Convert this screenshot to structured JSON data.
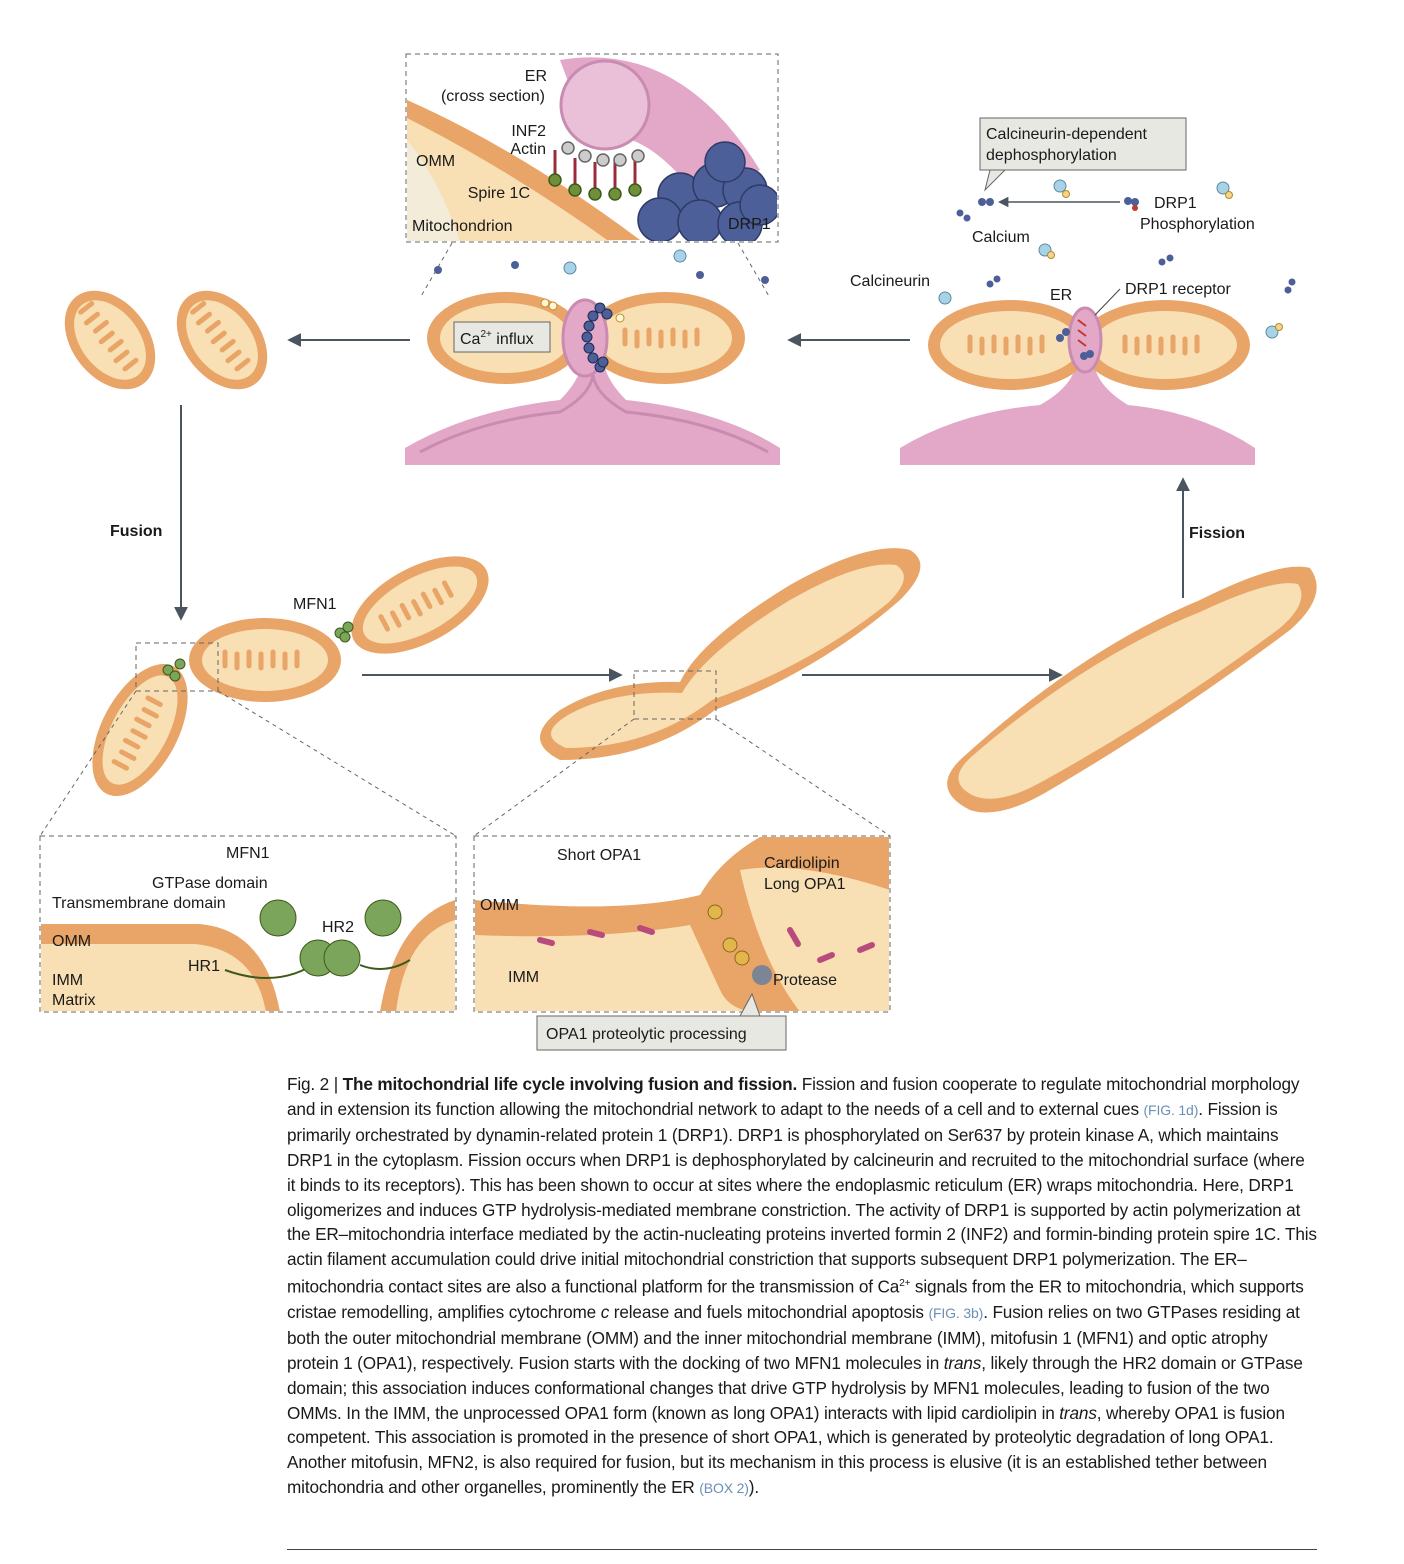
{
  "figure": {
    "labels": {
      "er": "ER",
      "er_cross": "(cross section)",
      "inf2": "INF2",
      "actin": "Actin",
      "omm": "OMM",
      "spire": "Spire 1C",
      "mito": "Mitochondrion",
      "drp1": "DRP1",
      "ca_influx_main": "Ca",
      "ca_influx_sup": "2+",
      "ca_influx_tail": " influx",
      "calcineurin_box_1": "Calcineurin-dependent",
      "calcineurin_box_2": "dephosphorylation",
      "drp1_right": "DRP1",
      "phosphorylation": "Phosphorylation",
      "calcium": "Calcium",
      "calcineurin": "Calcineurin",
      "er_right": "ER",
      "drp1_receptor": "DRP1 receptor",
      "fusion": "Fusion",
      "fission": "Fission",
      "mfn1_top": "MFN1",
      "mfn1_inset": "MFN1",
      "gtpase_domain": "GTPase domain",
      "transmembrane_domain": "Transmembrane domain",
      "omm_inset": "OMM",
      "hr2": "HR2",
      "hr1": "HR1",
      "imm_inset": "IMM",
      "matrix": "Matrix",
      "short_opa1": "Short OPA1",
      "cardiolipin": "Cardiolipin",
      "long_opa1": "Long OPA1",
      "omm_inset2": "OMM",
      "imm_inset2": "IMM",
      "protease": "Protease",
      "opa1_processing": "OPA1 proteolytic processing"
    },
    "colors": {
      "mito_outer": "#e9a467",
      "mito_inner": "#f8dfb4",
      "er_pink": "#e3a8c8",
      "drp1_blue": "#4d5f98",
      "mfn_green": "#7aa55a",
      "arrow": "#4a5560"
    }
  },
  "caption": {
    "fig_label": "Fig. 2 | ",
    "title": "The mitochondrial life cycle involving fusion and fission.",
    "p1": " Fission and fusion cooperate to regulate mitochondrial morphology and in extension its function allowing the mitochondrial network to adapt to the needs of a cell and to external cues ",
    "ref1": "(FIG. 1d)",
    "p2": ". Fission is primarily orchestrated by dynamin-related protein 1 (DRP1). DRP1 is phosphorylated on Ser637 by protein kinase A, which maintains DRP1 in the cytoplasm. Fission occurs when DRP1 is dephosphorylated by calcineurin and recruited to the mitochondrial surface (where it binds to its receptors). This has been shown to occur at sites where the endoplasmic reticulum (ER) wraps mitochondria. Here, DRP1 oligomerizes and induces GTP hydrolysis-mediated membrane constriction. The activity of DRP1 is supported by actin polymerization at the ER–mitochondria interface mediated by the actin-nucleating proteins inverted formin 2 (INF2) and formin-binding protein spire 1C. This actin filament accumulation could drive initial mitochondrial constriction that supports subsequent DRP1 polymerization. The ER–mitochondria contact sites are also a functional platform for the transmission of Ca",
    "sup": "2+",
    "p3": " signals from the ER to mitochondria, which supports cristae remodelling, amplifies cytochrome ",
    "italic_c": "c",
    "p4": " release and fuels mitochondrial apoptosis ",
    "ref2": "(FIG. 3b)",
    "p5": ". Fusion relies on two GTPases residing at both the outer mitochondrial membrane (OMM) and the inner mitochondrial membrane (IMM), mitofusin 1 (MFN1) and optic atrophy protein 1 (OPA1), respectively. Fusion starts with the docking of two MFN1 molecules in ",
    "italic_trans1": "trans",
    "p6": ", likely through the HR2 domain or GTPase domain; this association induces conformational changes that drive GTP hydrolysis by MFN1 molecules, leading to fusion of the two OMMs. In the IMM, the unprocessed OPA1 form (known as long OPA1) interacts with lipid cardiolipin in ",
    "italic_trans2": "trans",
    "p7": ", whereby OPA1 is fusion competent. This association is promoted in the presence of short OPA1, which is generated by proteolytic degradation of long OPA1. Another mitofusin, MFN2, is also required for fusion, but its mechanism in this process is elusive (it is an established tether between mitochondria and other organelles, prominently the ER ",
    "ref3": "(BOX 2)",
    "p8": ")."
  }
}
